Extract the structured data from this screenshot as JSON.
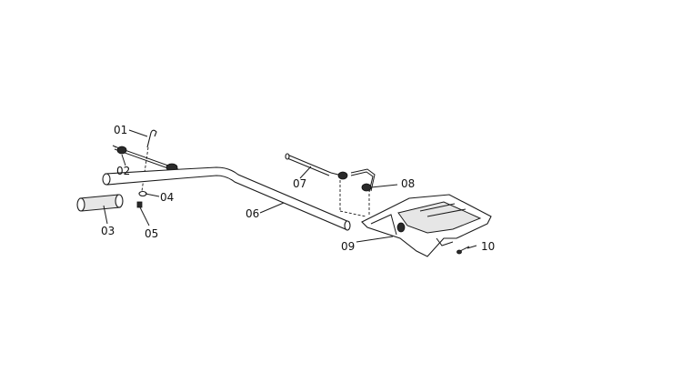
{
  "labels": {
    "p01": "01",
    "p02": "02",
    "p03": "03",
    "p04": "04",
    "p05": "05",
    "p06": "06",
    "p07": "07",
    "p08": "08",
    "p09": "09",
    "p10": "10"
  }
}
